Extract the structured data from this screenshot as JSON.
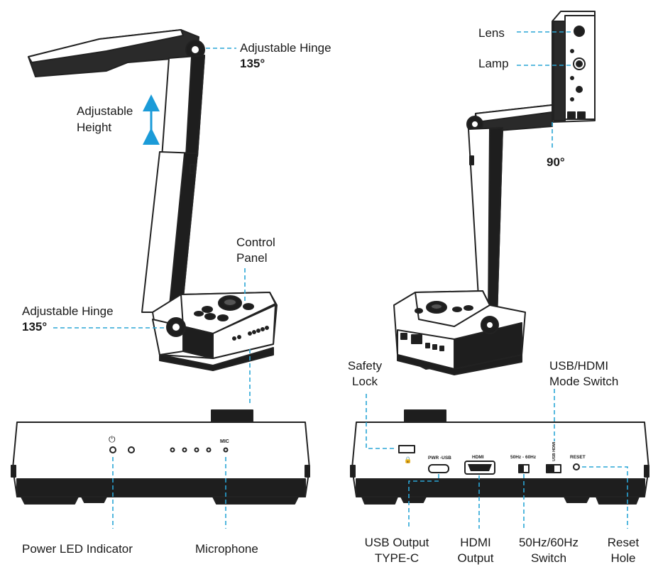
{
  "labels": {
    "hinge_top": "Adjustable Hinge",
    "hinge_top_angle": "135°",
    "height_1": "Adjustable",
    "height_2": "Height",
    "control_1": "Control",
    "control_2": "Panel",
    "hinge_bottom": "Adjustable Hinge",
    "hinge_bottom_angle": "135°",
    "lens": "Lens",
    "lamp": "Lamp",
    "head_angle": "90°",
    "safety_1": "Safety",
    "safety_2": "Lock",
    "mode_1": "USB/HDMI",
    "mode_2": "Mode Switch",
    "power_led": "Power LED Indicator",
    "microphone": "Microphone",
    "usb_out_1": "USB Output",
    "usb_out_2": "TYPE-C",
    "hdmi_1": "HDMI",
    "hdmi_2": "Output",
    "hz_1": "50Hz/60Hz",
    "hz_2": "Switch",
    "reset_1": "Reset",
    "reset_2": "Hole"
  },
  "panel_marks": {
    "mic": "MIC",
    "pwr_usb": "PWR -USB",
    "hdmi": "HDMI",
    "hz": "50Hz - 60Hz",
    "usb_hdmi": "USB HDMI",
    "reset": "RESET",
    "power_symbol": "⏻"
  },
  "colors": {
    "callout_line": "#2aa6d6",
    "arrow": "#1b9bd8",
    "device_dark": "#1e1e1e",
    "device_outline": "#222222",
    "device_light": "#ffffff",
    "text": "#1a1a1a"
  }
}
